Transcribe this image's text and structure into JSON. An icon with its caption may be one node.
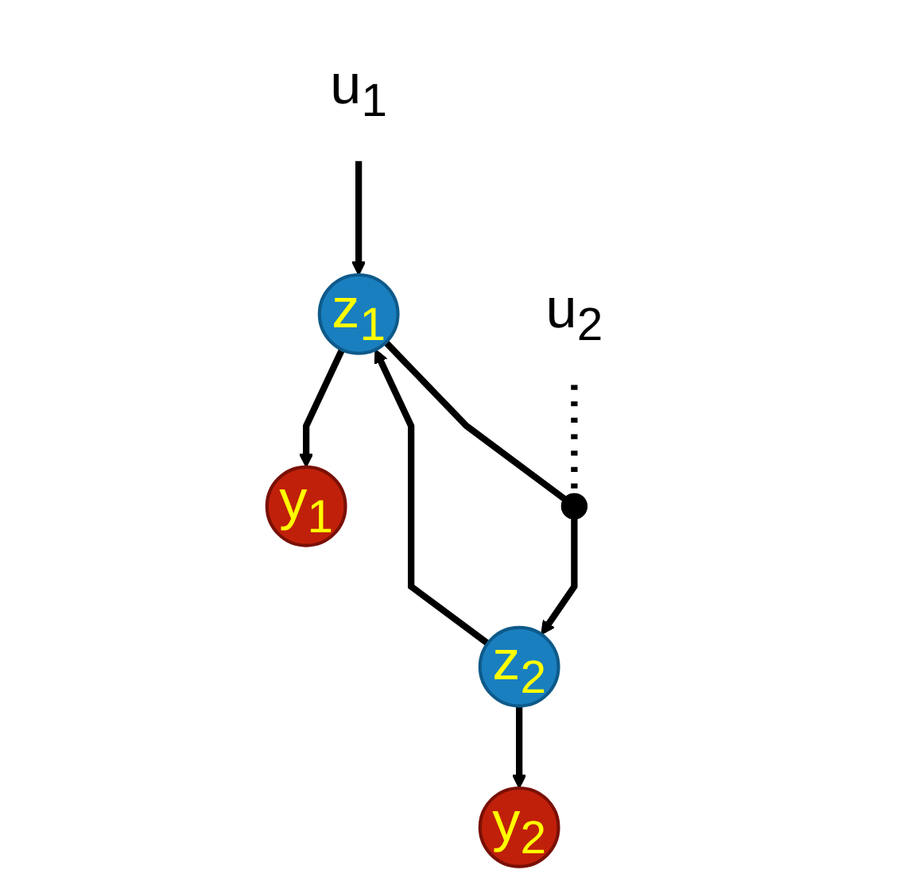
{
  "diagram": {
    "nodes": [
      {
        "text": [
          "u$_{1}$"
        ]
      },
      {
        "text": [
          "u$_{2}$"
        ]
      },
      {
        "text": [
          "z$_{1}$"
        ]
      },
      {
        "text": [
          "y$_{1}$"
        ]
      },
      {
        "text": [],
        "shape": "circle"
      },
      {
        "text": [
          "z$_{2}$"
        ]
      },
      {
        "text": [
          "y$_{2}$"
        ]
      }
    ],
    "edges": [
      {
        "from": 0,
        "to": 2,
        "arrow": "to"
      },
      {
        "from": 2,
        "to": 3,
        "arrow": "to"
      },
      {
        "from": 1,
        "to": 4,
        "arrow": "none",
        "style": "dashed"
      },
      {
        "from": 2,
        "to": 4,
        "arrow": "none"
      },
      {
        "from": 4,
        "to": 5,
        "arrow": "to"
      },
      {
        "from": 5,
        "to": 2,
        "arrow": "to"
      },
      {
        "from": 5,
        "to": 6,
        "arrow": "to"
      }
    ]
  }
}
